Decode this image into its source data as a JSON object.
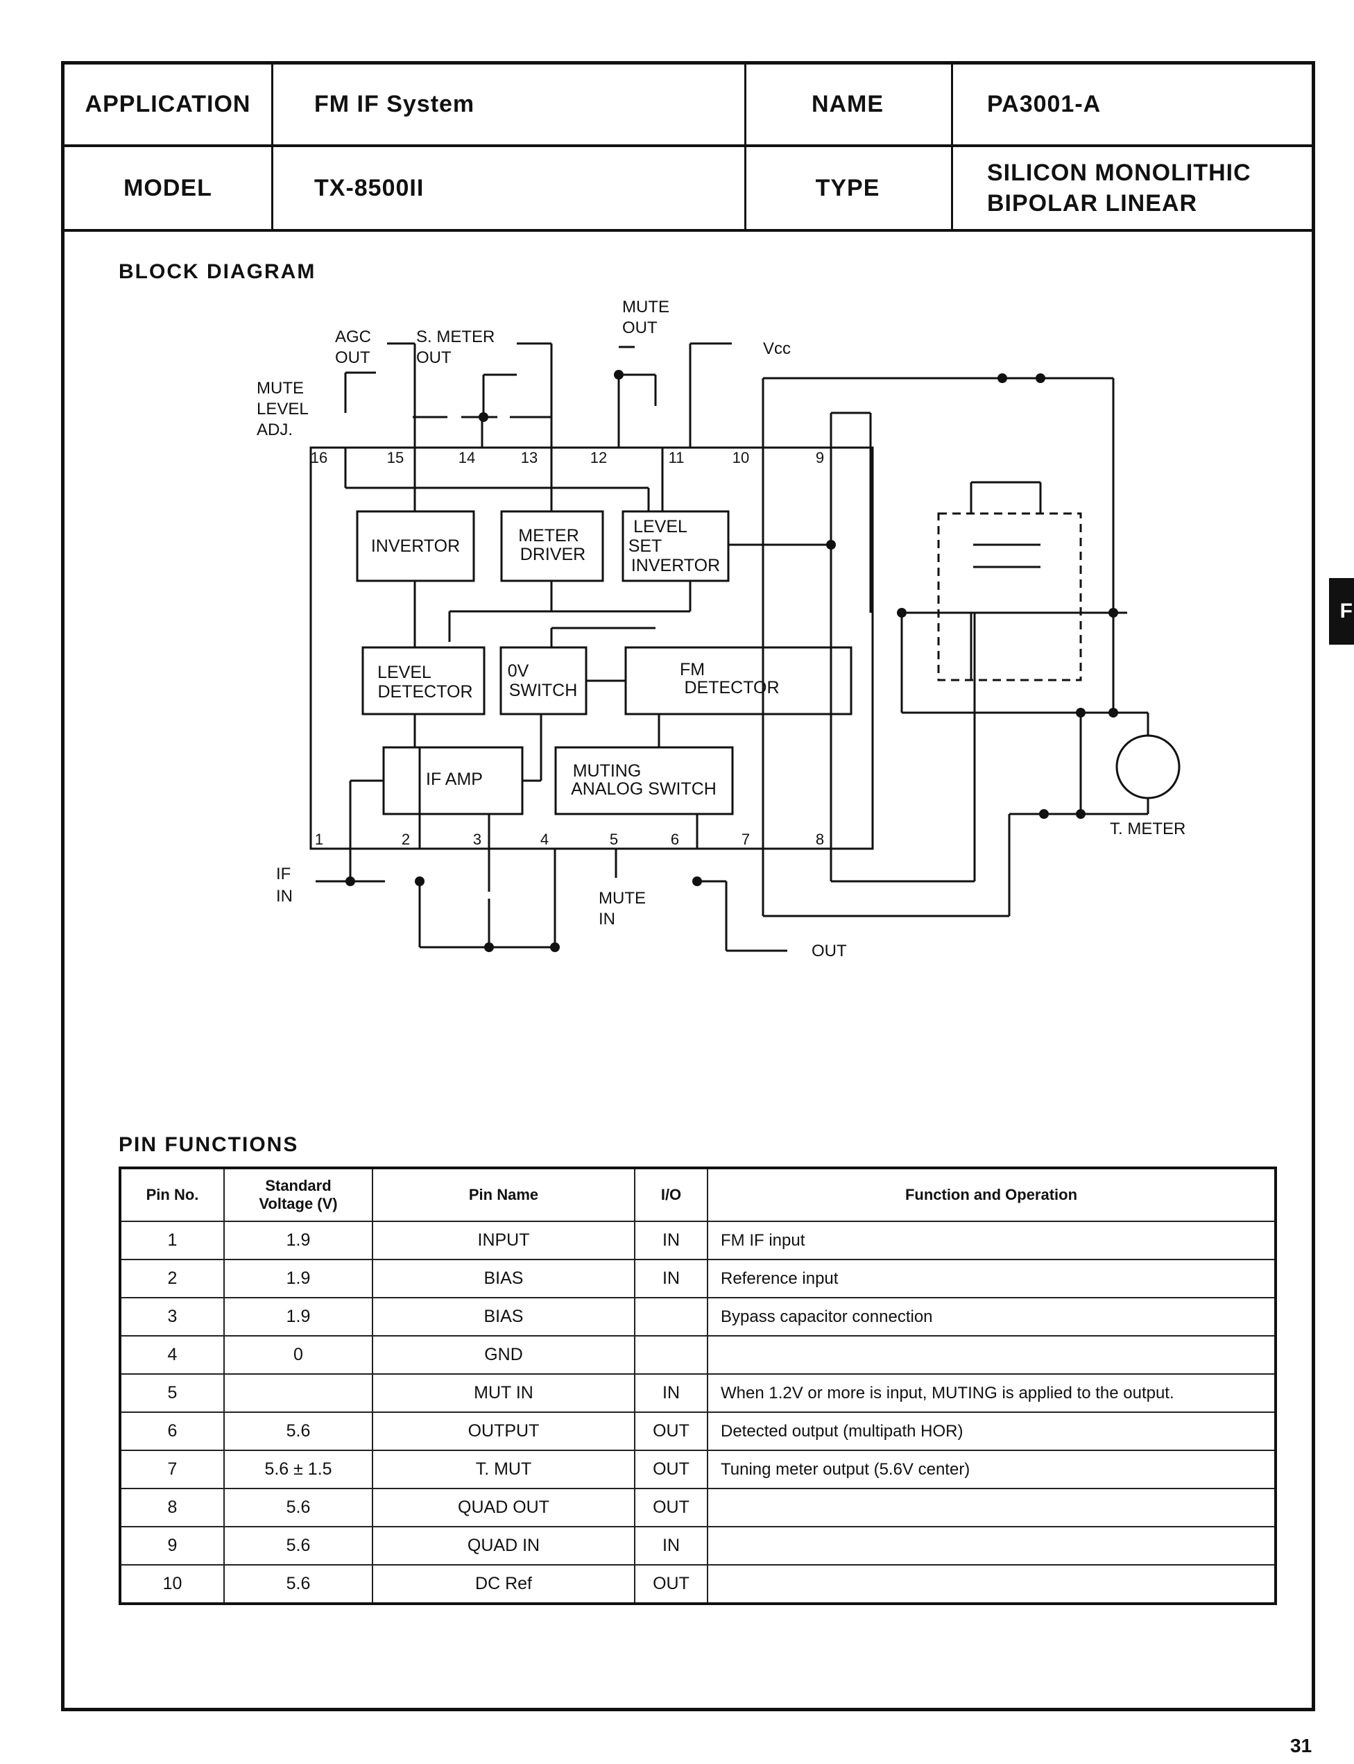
{
  "header": {
    "application_label": "APPLICATION",
    "application_value": "FM IF System",
    "name_label": "NAME",
    "name_value": "PA3001-A",
    "model_label": "MODEL",
    "model_value": "TX-8500II",
    "type_label": "TYPE",
    "type_value_line1": "SILICON MONOLITHIC",
    "type_value_line2": "BIPOLAR LINEAR"
  },
  "block_diagram": {
    "title": "BLOCK DIAGRAM",
    "blocks": {
      "invertor": "INVERTOR",
      "meter_driver_1": "METER",
      "meter_driver_2": "DRIVER",
      "level_set_1": "LEVEL",
      "level_set_2": "SET",
      "level_set_3": "INVERTOR",
      "level_detector_1": "LEVEL",
      "level_detector_2": "DETECTOR",
      "ov_switch_1": "0V",
      "ov_switch_2": "SWITCH",
      "fm_detector_1": "FM",
      "fm_detector_2": "DETECTOR",
      "if_amp": "IF AMP",
      "muting_1": "MUTING",
      "muting_2": "ANALOG SWITCH"
    },
    "labels": {
      "agc_1": "AGC",
      "agc_2": "OUT",
      "smeter_1": "S. METER",
      "smeter_2": "OUT",
      "mute_out_1": "MUTE",
      "mute_out_2": "OUT",
      "vcc": "Vcc",
      "mute_level_1": "MUTE",
      "mute_level_2": "LEVEL",
      "mute_level_3": "ADJ.",
      "if_in_1": "IF",
      "if_in_2": "IN",
      "mute_in_1": "MUTE",
      "mute_in_2": "IN",
      "out": "OUT",
      "t_meter": "T. METER"
    },
    "pins_top": [
      "16",
      "15",
      "14",
      "13",
      "12",
      "11",
      "10",
      "9"
    ],
    "pins_bottom": [
      "1",
      "2",
      "3",
      "4",
      "5",
      "6",
      "7",
      "8"
    ]
  },
  "pin_functions": {
    "title": "PIN FUNCTIONS",
    "columns": {
      "pin_no": "Pin No.",
      "voltage_1": "Standard",
      "voltage_2": "Voltage (V)",
      "pin_name": "Pin Name",
      "io": "I/O",
      "function": "Function and Operation"
    },
    "rows": [
      {
        "no": "1",
        "v": "1.9",
        "name": "INPUT",
        "io": "IN",
        "func": "FM IF input"
      },
      {
        "no": "2",
        "v": "1.9",
        "name": "BIAS",
        "io": "IN",
        "func": "Reference input"
      },
      {
        "no": "3",
        "v": "1.9",
        "name": "BIAS",
        "io": "",
        "func": "Bypass capacitor connection"
      },
      {
        "no": "4",
        "v": "0",
        "name": "GND",
        "io": "",
        "func": ""
      },
      {
        "no": "5",
        "v": "",
        "name": "MUT IN",
        "io": "IN",
        "func": "When 1.2V or more is input, MUTING is applied to the output."
      },
      {
        "no": "6",
        "v": "5.6",
        "name": "OUTPUT",
        "io": "OUT",
        "func": "Detected output (multipath HOR)"
      },
      {
        "no": "7",
        "v": "5.6 ± 1.5",
        "name": "T. MUT",
        "io": "OUT",
        "func": "Tuning meter output (5.6V center)"
      },
      {
        "no": "8",
        "v": "5.6",
        "name": "QUAD OUT",
        "io": "OUT",
        "func": ""
      },
      {
        "no": "9",
        "v": "5.6",
        "name": "QUAD IN",
        "io": "IN",
        "func": ""
      },
      {
        "no": "10",
        "v": "5.6",
        "name": "DC Ref",
        "io": "OUT",
        "func": ""
      }
    ]
  },
  "side_tab": "F",
  "page_number": "31"
}
